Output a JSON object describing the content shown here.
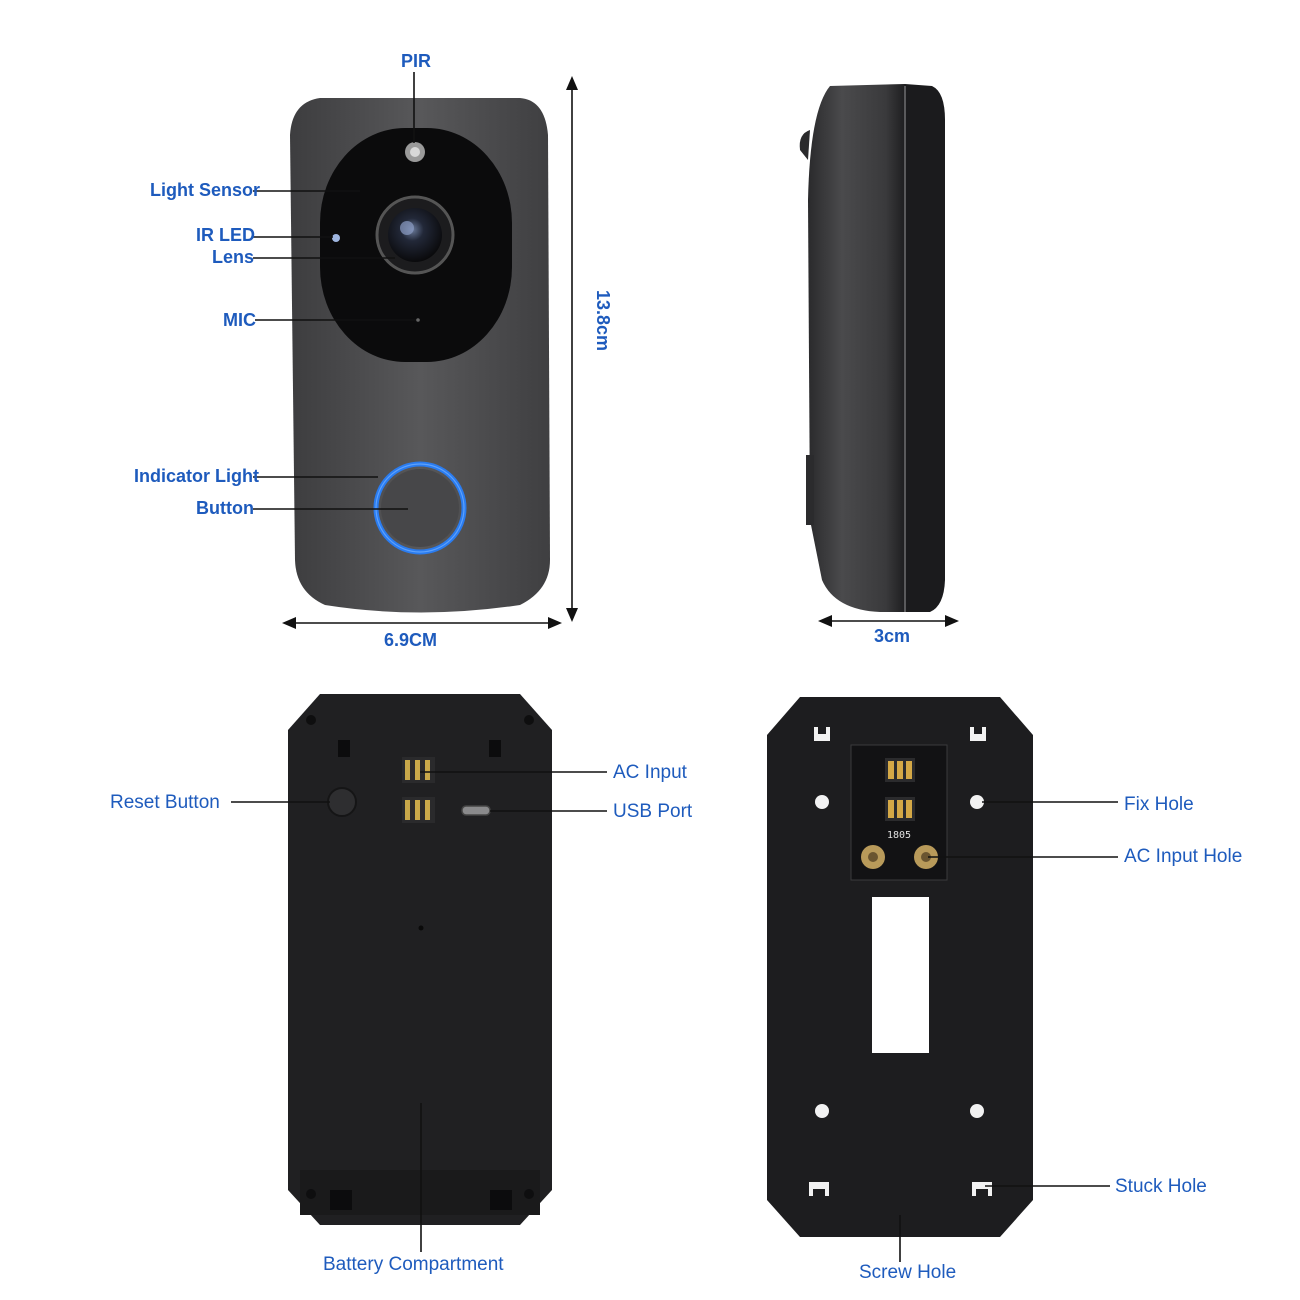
{
  "front_labels": {
    "pir": "PIR",
    "light_sensor": "Light Sensor",
    "ir_led": "IR LED",
    "lens": "Lens",
    "mic": "MIC",
    "indicator_light": "Indicator Light",
    "button": "Button"
  },
  "dimensions": {
    "height": "13.8cm",
    "width": "6.9CM",
    "depth": "3cm"
  },
  "back_labels": {
    "reset_button": "Reset  Button",
    "ac_input": "AC  Input",
    "usb_port": "USB  Port",
    "battery_compartment": "Battery  Compartment"
  },
  "bracket_labels": {
    "fix_hole": "Fix  Hole",
    "ac_input_hole": "AC  Input Hole",
    "stuck_hole": "Stuck  Hole",
    "screw_hole": "Screw  Hole",
    "pcb_marking": "1805"
  },
  "colors": {
    "label_blue": "#1e5bbd",
    "indicator_ring": "#1f6fe0",
    "body_gray": "#4a4a4c",
    "panel_black": "#1a1a1a"
  }
}
